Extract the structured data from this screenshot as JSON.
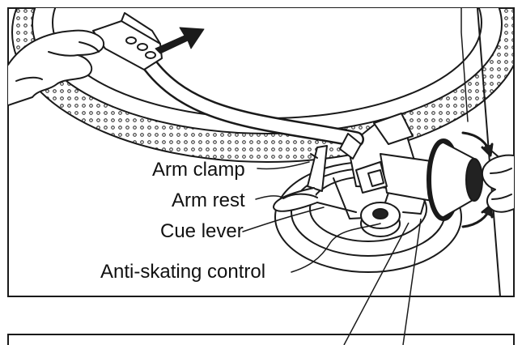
{
  "labels": {
    "arm_clamp": "Arm clamp",
    "arm_rest": "Arm rest",
    "cue_lever": "Cue lever",
    "anti_skating": "Anti-skating control"
  },
  "colors": {
    "line": "#1a1a1a",
    "fill": "#ffffff",
    "background": "#ffffff"
  }
}
